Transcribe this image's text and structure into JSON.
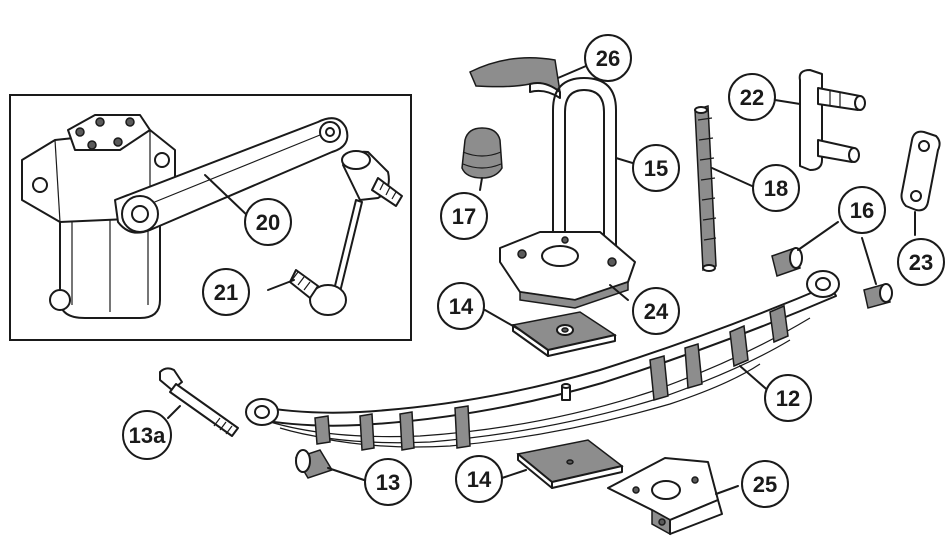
{
  "callouts": [
    {
      "key": "c26",
      "label": "26"
    },
    {
      "key": "c22",
      "label": "22"
    },
    {
      "key": "c15",
      "label": "15"
    },
    {
      "key": "c17",
      "label": "17"
    },
    {
      "key": "c18",
      "label": "18"
    },
    {
      "key": "c16",
      "label": "16"
    },
    {
      "key": "c23",
      "label": "23"
    },
    {
      "key": "c20",
      "label": "20"
    },
    {
      "key": "c21",
      "label": "21"
    },
    {
      "key": "c14a",
      "label": "14"
    },
    {
      "key": "c24",
      "label": "24"
    },
    {
      "key": "c12",
      "label": "12"
    },
    {
      "key": "c13a",
      "label": "13a"
    },
    {
      "key": "c13",
      "label": "13"
    },
    {
      "key": "c14b",
      "label": "14"
    },
    {
      "key": "c25",
      "label": "25"
    }
  ]
}
